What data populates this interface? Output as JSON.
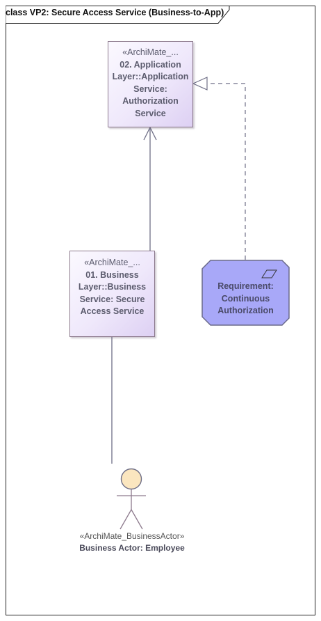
{
  "diagram": {
    "title": "class VP2: Secure Access Service (Business-to-App)"
  },
  "application_service": {
    "stereotype": "«ArchiMate_...",
    "name_lines": [
      "02. Application",
      "Layer::Application",
      "Service:",
      "Authorization",
      "Service"
    ]
  },
  "business_service": {
    "stereotype": "«ArchiMate_...",
    "name_lines": [
      "01. Business",
      "Layer::Business",
      "Service: Secure",
      "Access Service"
    ]
  },
  "requirement": {
    "name_lines": [
      "Requirement:",
      "Continuous",
      "Authorization"
    ]
  },
  "actor": {
    "stereotype": "«ArchiMate_BusinessActor»",
    "name": "Business Actor: Employee"
  },
  "colors": {
    "element_border": "#8d7a8d",
    "element_fill": "#efe8fb",
    "requirement_fill": "#a8a8f8",
    "actor_fill": "#fbe6bf",
    "connector": "#6e6e86"
  }
}
